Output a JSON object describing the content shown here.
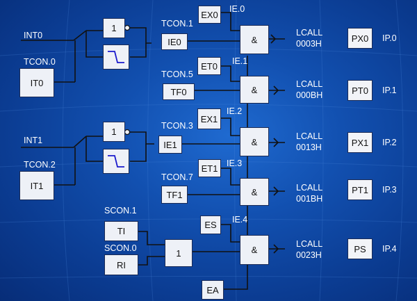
{
  "inputs": {
    "int0": "INT0",
    "int1": "INT1",
    "tcon0": "TCON.0",
    "tcon2": "TCON.2",
    "it0": "IT0",
    "it1": "IT1",
    "scon1": "SCON.1",
    "scon0": "SCON.0",
    "ti": "TI",
    "ri": "RI"
  },
  "gates": {
    "nor_symbol": "1",
    "or_symbol": "1",
    "and_symbol": "&"
  },
  "flags": {
    "tcon1": "TCON.1",
    "ie0": "IE0",
    "tcon5": "TCON.5",
    "tf0": "TF0",
    "tcon3": "TCON.3",
    "ie1": "IE1",
    "tcon7": "TCON.7",
    "tf1": "TF1"
  },
  "enables": {
    "ex0": "EX0",
    "ie_0": "IE.0",
    "et0": "ET0",
    "ie_1": "IE.1",
    "ex1": "EX1",
    "ie_2": "IE.2",
    "et1": "ET1",
    "ie_3": "IE.3",
    "es": "ES",
    "ie_4": "IE.4",
    "ea": "EA"
  },
  "vectors": [
    {
      "call": "LCALL",
      "addr": "0003H",
      "priority": "PX0",
      "reg": "IP.0"
    },
    {
      "call": "LCALL",
      "addr": "000BH",
      "priority": "PT0",
      "reg": "IP.1"
    },
    {
      "call": "LCALL",
      "addr": "0013H",
      "priority": "PX1",
      "reg": "IP.2"
    },
    {
      "call": "LCALL",
      "addr": "001BH",
      "priority": "PT1",
      "reg": "IP.3"
    },
    {
      "call": "LCALL",
      "addr": "0023H",
      "priority": "PS",
      "reg": "IP.4"
    }
  ],
  "colors": {
    "background": "#1250b0",
    "wire": "#111111",
    "box": "#eef1f7",
    "edge_symbol": "#1a1acc"
  }
}
